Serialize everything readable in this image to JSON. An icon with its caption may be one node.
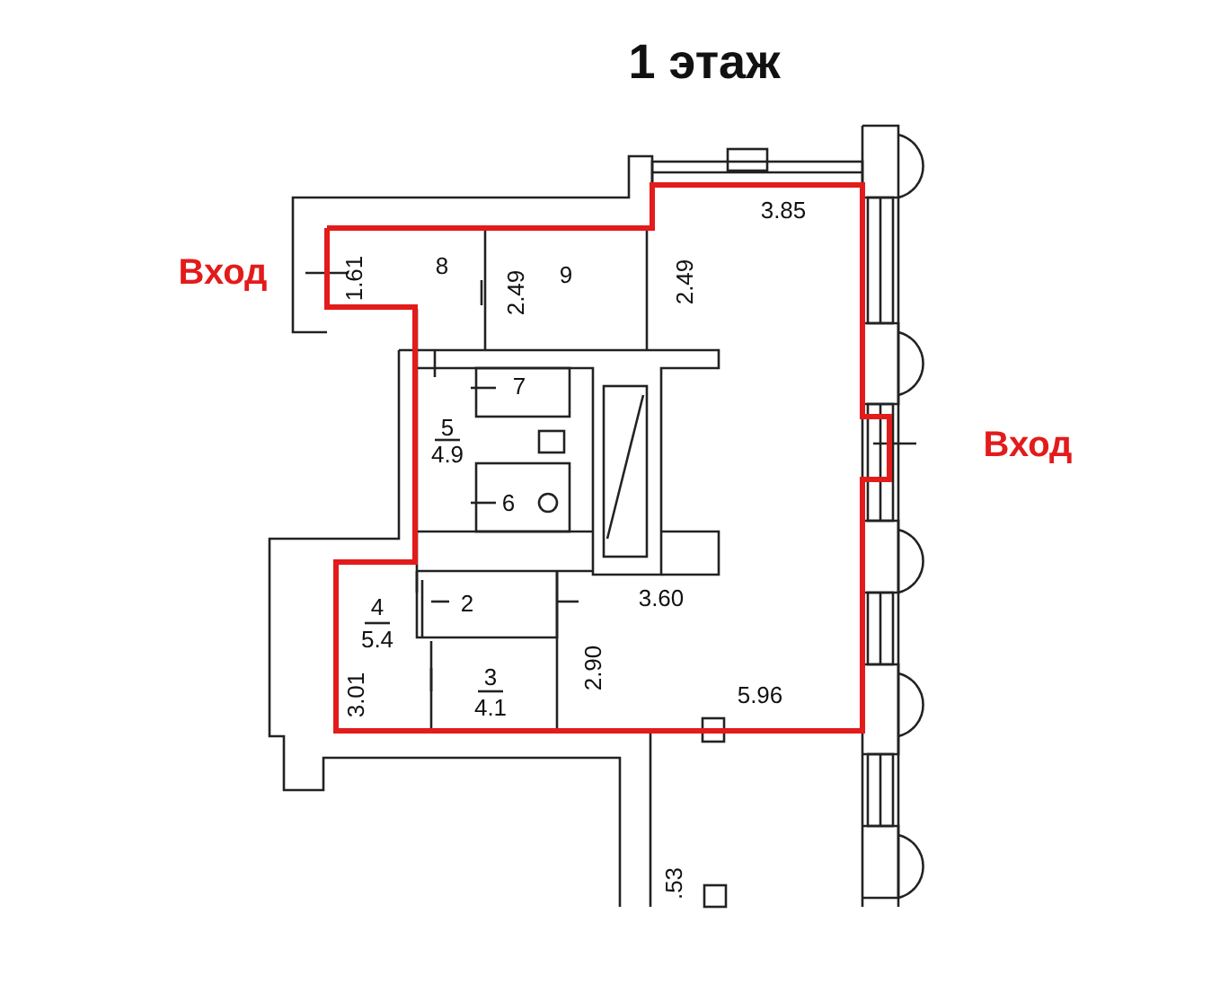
{
  "diagram": {
    "title": "1 этаж",
    "labels": [
      "3.85",
      "Вход",
      "1.61",
      "8",
      "2.49",
      "9",
      "2.49",
      "7",
      "Вход",
      "5",
      "4.9",
      "6",
      "2",
      "3.60",
      "4",
      "5.4",
      "3",
      "4.1",
      "2.90",
      "3.01",
      "5.96",
      ".53"
    ]
  }
}
